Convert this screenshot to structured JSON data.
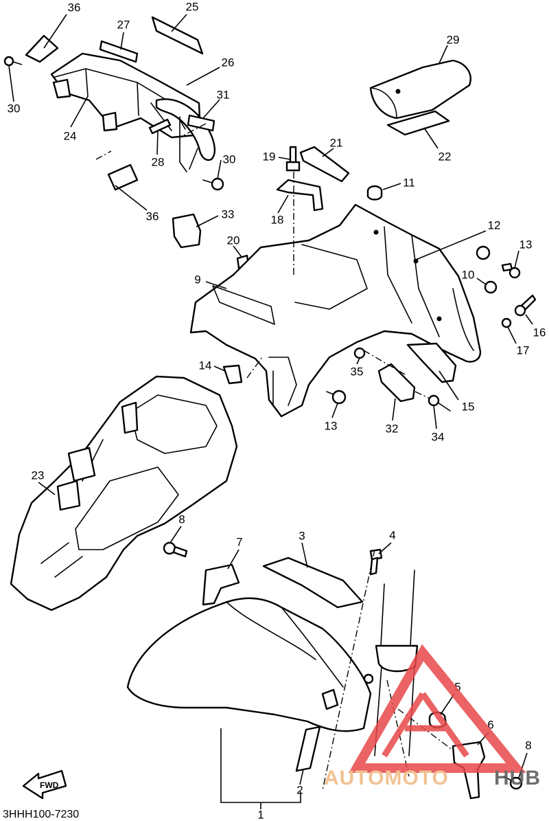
{
  "diagram": {
    "part_code": "3HHH100-7230",
    "fwd_label": "FWD",
    "callouts": [
      {
        "id": "1",
        "label": "1"
      },
      {
        "id": "2",
        "label": "2"
      },
      {
        "id": "3",
        "label": "3"
      },
      {
        "id": "4",
        "label": "4"
      },
      {
        "id": "5",
        "label": "5"
      },
      {
        "id": "6",
        "label": "6"
      },
      {
        "id": "7",
        "label": "7"
      },
      {
        "id": "8a",
        "label": "8"
      },
      {
        "id": "8b",
        "label": "8"
      },
      {
        "id": "9",
        "label": "9"
      },
      {
        "id": "10",
        "label": "10"
      },
      {
        "id": "11",
        "label": "11"
      },
      {
        "id": "12",
        "label": "12"
      },
      {
        "id": "13a",
        "label": "13"
      },
      {
        "id": "13b",
        "label": "13"
      },
      {
        "id": "14",
        "label": "14"
      },
      {
        "id": "15",
        "label": "15"
      },
      {
        "id": "16",
        "label": "16"
      },
      {
        "id": "17",
        "label": "17"
      },
      {
        "id": "18",
        "label": "18"
      },
      {
        "id": "19",
        "label": "19"
      },
      {
        "id": "20",
        "label": "20"
      },
      {
        "id": "21",
        "label": "21"
      },
      {
        "id": "22",
        "label": "22"
      },
      {
        "id": "23",
        "label": "23"
      },
      {
        "id": "24",
        "label": "24"
      },
      {
        "id": "25",
        "label": "25"
      },
      {
        "id": "26",
        "label": "26"
      },
      {
        "id": "27",
        "label": "27"
      },
      {
        "id": "28",
        "label": "28"
      },
      {
        "id": "29",
        "label": "29"
      },
      {
        "id": "30a",
        "label": "30"
      },
      {
        "id": "30b",
        "label": "30"
      },
      {
        "id": "31",
        "label": "31"
      },
      {
        "id": "32",
        "label": "32"
      },
      {
        "id": "33",
        "label": "33"
      },
      {
        "id": "34",
        "label": "34"
      },
      {
        "id": "35",
        "label": "35"
      },
      {
        "id": "36a",
        "label": "36"
      },
      {
        "id": "36b",
        "label": "36"
      }
    ]
  },
  "watermark": {
    "text_primary": "AUTOMOTO",
    "text_secondary": "HUB",
    "color_primary": "#f0b880",
    "color_triangle": "#e8484a"
  }
}
